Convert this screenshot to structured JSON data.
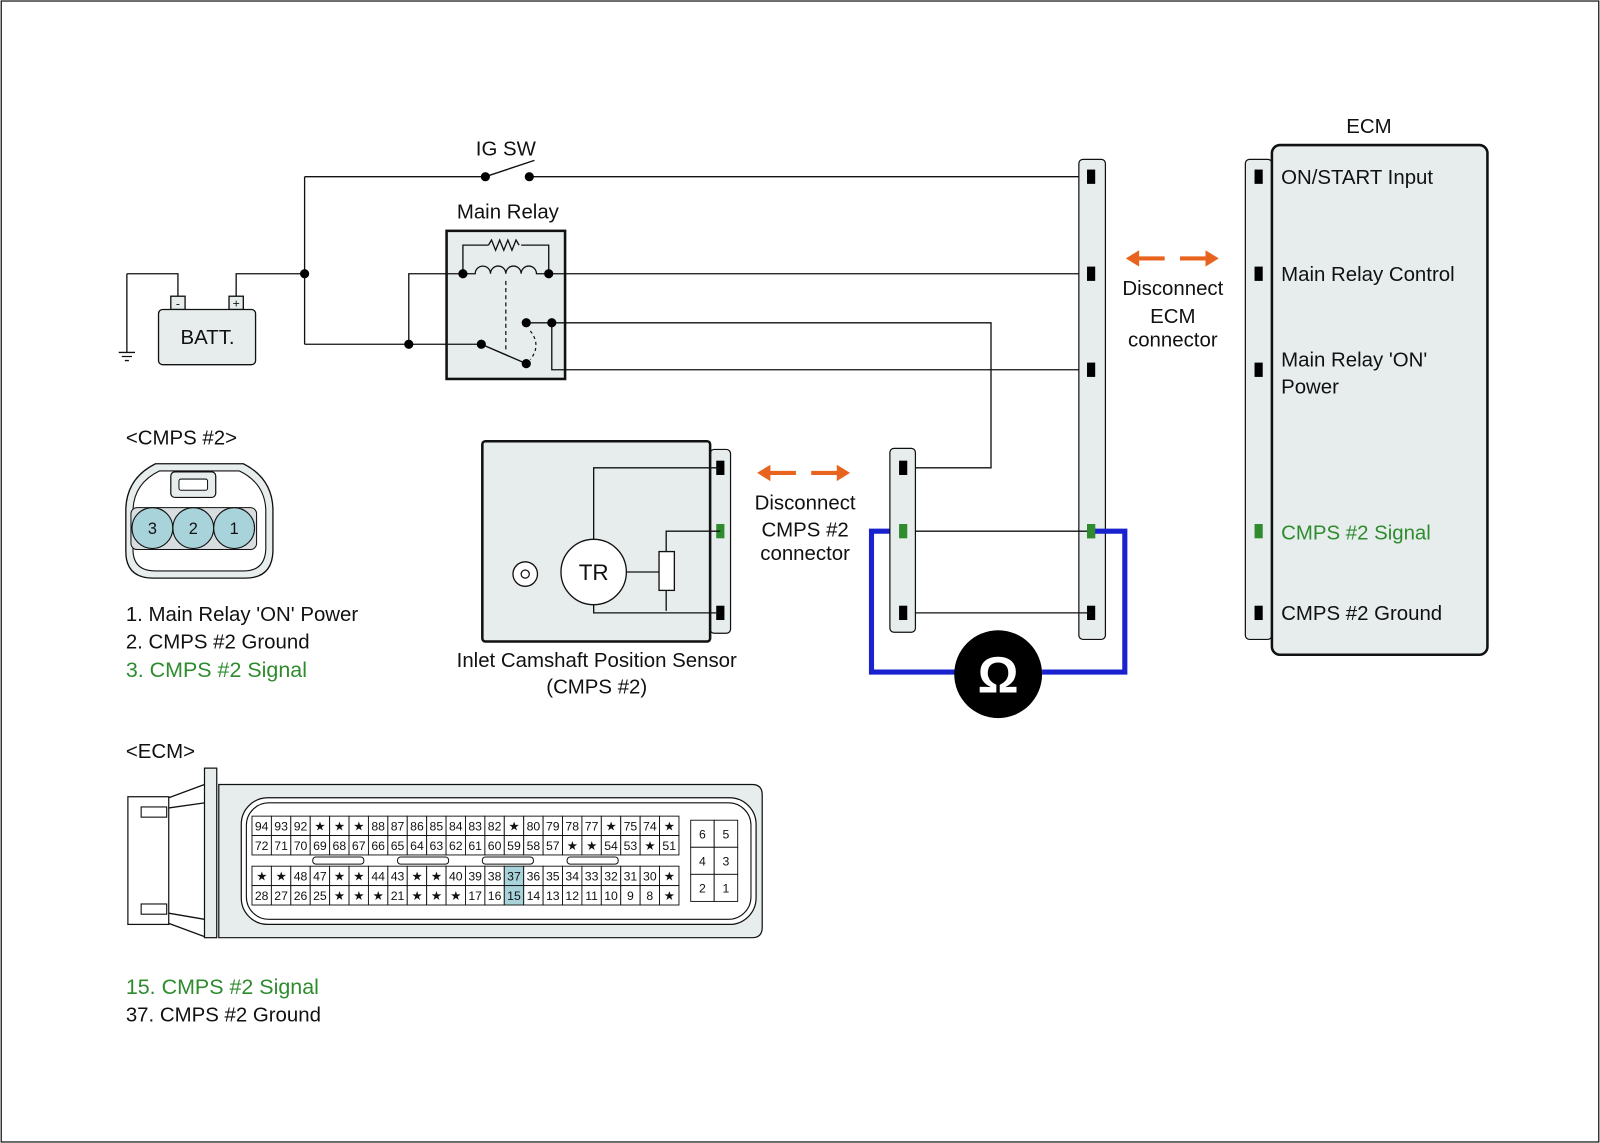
{
  "colors": {
    "signal_green": "#2e8b2e",
    "test_lead_blue": "#1a22d0",
    "arrow_orange": "#e8641e",
    "highlight_cell": "#a9d3db",
    "component_fill": "#e7eded"
  },
  "ig_switch": {
    "label": "IG SW"
  },
  "main_relay": {
    "label": "Main Relay"
  },
  "battery": {
    "label": "BATT.",
    "neg": "-",
    "pos": "+"
  },
  "ecm": {
    "title": "ECM",
    "on_start": "ON/START Input",
    "relay_control": "Main Relay Control",
    "relay_on_power_line1": "Main Relay 'ON'",
    "relay_on_power_line2": "Power",
    "cmps_signal": "CMPS #2 Signal",
    "cmps_ground": "CMPS #2 Ground"
  },
  "ecm_disconnect": {
    "line1": "Disconnect",
    "line2": "ECM",
    "line3": "connector"
  },
  "cmps_disconnect": {
    "line1": "Disconnect",
    "line2": "CMPS #2",
    "line3": "connector"
  },
  "sensor": {
    "tr_label": "TR",
    "caption_line1": "Inlet Camshaft Position Sensor",
    "caption_line2": "(CMPS #2)"
  },
  "meter": {
    "symbol": "Ω"
  },
  "cmps_connector": {
    "title": "<CMPS #2>",
    "pins": [
      "3",
      "2",
      "1"
    ],
    "legend": [
      "1. Main Relay 'ON' Power",
      "2. CMPS #2 Ground",
      "3. CMPS #2 Signal"
    ]
  },
  "ecm_connector": {
    "title": "<ECM>",
    "rows": [
      [
        "94",
        "93",
        "92",
        "★",
        "★",
        "★",
        "88",
        "87",
        "86",
        "85",
        "84",
        "83",
        "82",
        "★",
        "80",
        "79",
        "78",
        "77",
        "★",
        "75",
        "74",
        "★"
      ],
      [
        "72",
        "71",
        "70",
        "69",
        "68",
        "67",
        "66",
        "65",
        "64",
        "63",
        "62",
        "61",
        "60",
        "59",
        "58",
        "57",
        "★",
        "★",
        "54",
        "53",
        "★",
        "51"
      ],
      [
        "★",
        "★",
        "48",
        "47",
        "★",
        "★",
        "44",
        "43",
        "★",
        "★",
        "40",
        "39",
        "38",
        "37",
        "36",
        "35",
        "34",
        "33",
        "32",
        "31",
        "30",
        "★"
      ],
      [
        "28",
        "27",
        "26",
        "25",
        "★",
        "★",
        "★",
        "21",
        "★",
        "★",
        "★",
        "17",
        "16",
        "15",
        "14",
        "13",
        "12",
        "11",
        "10",
        "9",
        "8",
        "★"
      ]
    ],
    "highlighted": [
      "37",
      "15"
    ],
    "aux_rows": [
      [
        "6",
        "5"
      ],
      [
        "4",
        "3"
      ],
      [
        "2",
        "1"
      ]
    ],
    "legend": [
      "15. CMPS #2 Signal",
      "37. CMPS #2 Ground"
    ]
  }
}
